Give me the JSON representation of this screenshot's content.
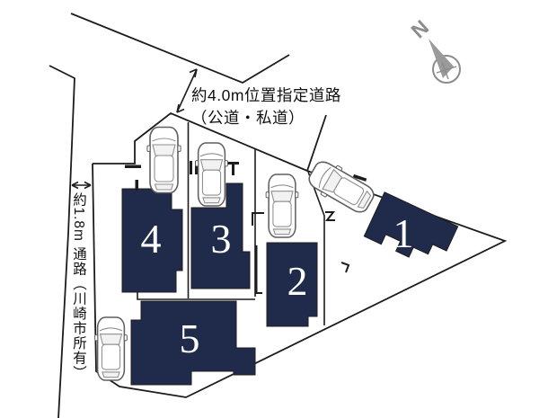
{
  "title": "site-plan",
  "meta": {
    "background_color": "#ffffff",
    "line_color": "#1c1c1c",
    "building_color": "#202b4b",
    "lot_number_color": "#ffffff",
    "compass_color": "#8c8c8c",
    "car_outline_color": "#5f5f5f"
  },
  "compass": {
    "label": "N"
  },
  "annotations": {
    "road": {
      "line1": "約4.0m位置指定道路",
      "line2": "（公道・私道）"
    },
    "corridor": {
      "text": "約1.8m 通路（川崎市所有）"
    }
  },
  "lots": [
    {
      "number": "1"
    },
    {
      "number": "2"
    },
    {
      "number": "3"
    },
    {
      "number": "4"
    },
    {
      "number": "5"
    }
  ],
  "icons": {
    "compass": {
      "name": "north-arrow-icon",
      "label": "N"
    },
    "car": {
      "name": "car-top-view-icon",
      "count": 5
    },
    "road_width_arrow": {
      "name": "double-arrow-icon"
    },
    "corridor_width_arrow": {
      "name": "double-arrow-icon"
    }
  }
}
